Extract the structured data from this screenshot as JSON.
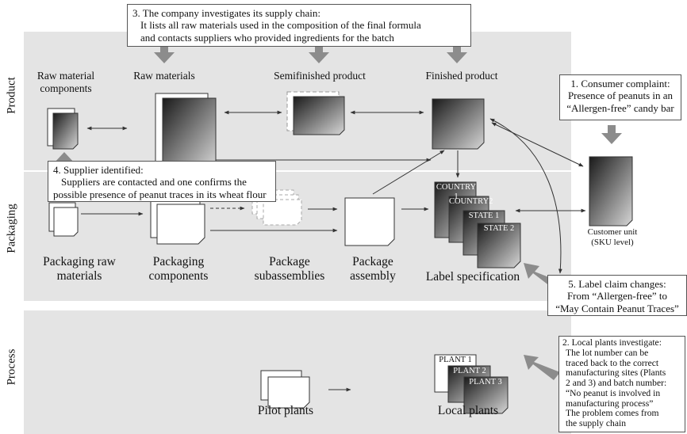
{
  "lanes": {
    "product": "Product",
    "packaging": "Packaging",
    "process": "Process"
  },
  "product_nodes": {
    "raw_material_components": "Raw material components",
    "raw_materials": "Raw materials",
    "semifinished": "Semifinished product",
    "finished": "Finished product"
  },
  "packaging_nodes": {
    "packaging_raw_materials": "Packaging raw materials",
    "packaging_components": "Packaging components",
    "package_subassemblies": "Package subassemblies",
    "package_assembly": "Package assembly",
    "label_specification": "Label specification"
  },
  "label_tags": [
    "COUNTRY 1",
    "COUNTRY2",
    "STATE 1",
    "STATE 2"
  ],
  "process_nodes": {
    "pilot_plants": "Pilot plants",
    "local_plants": "Local plants"
  },
  "plant_tags": [
    "PLANT 1",
    "PLANT 2",
    "PLANT 3"
  ],
  "customer_unit": {
    "line1": "Customer unit",
    "line2": "(SKU level)"
  },
  "callouts": {
    "step1": {
      "title": "1. Consumer complaint:",
      "lines": [
        "Presence of peanuts in an",
        "“Allergen-free” candy bar"
      ]
    },
    "step2": {
      "title": "2. Local plants investigate:",
      "lines": [
        "The lot number can be",
        "traced back to the correct",
        "manufacturing sites (Plants",
        "2 and 3) and batch number:",
        "“No peanut is involved in",
        "manufacturing process”",
        "The problem comes from",
        "the supply chain"
      ]
    },
    "step3": {
      "title": "3. The company investigates its supply chain:",
      "lines": [
        "It lists all raw materials used in the composition of the final formula",
        "and contacts suppliers who provided ingredients for the batch"
      ]
    },
    "step4": {
      "title": "4. Supplier identified:",
      "lines": [
        "Suppliers are contacted and one confirms the",
        "possible presence of peanut traces in its wheat flour"
      ]
    },
    "step5": {
      "title": "5. Label claim changes:",
      "lines": [
        "From “Allergen-free” to",
        "“May Contain Peanut Traces”"
      ]
    }
  }
}
